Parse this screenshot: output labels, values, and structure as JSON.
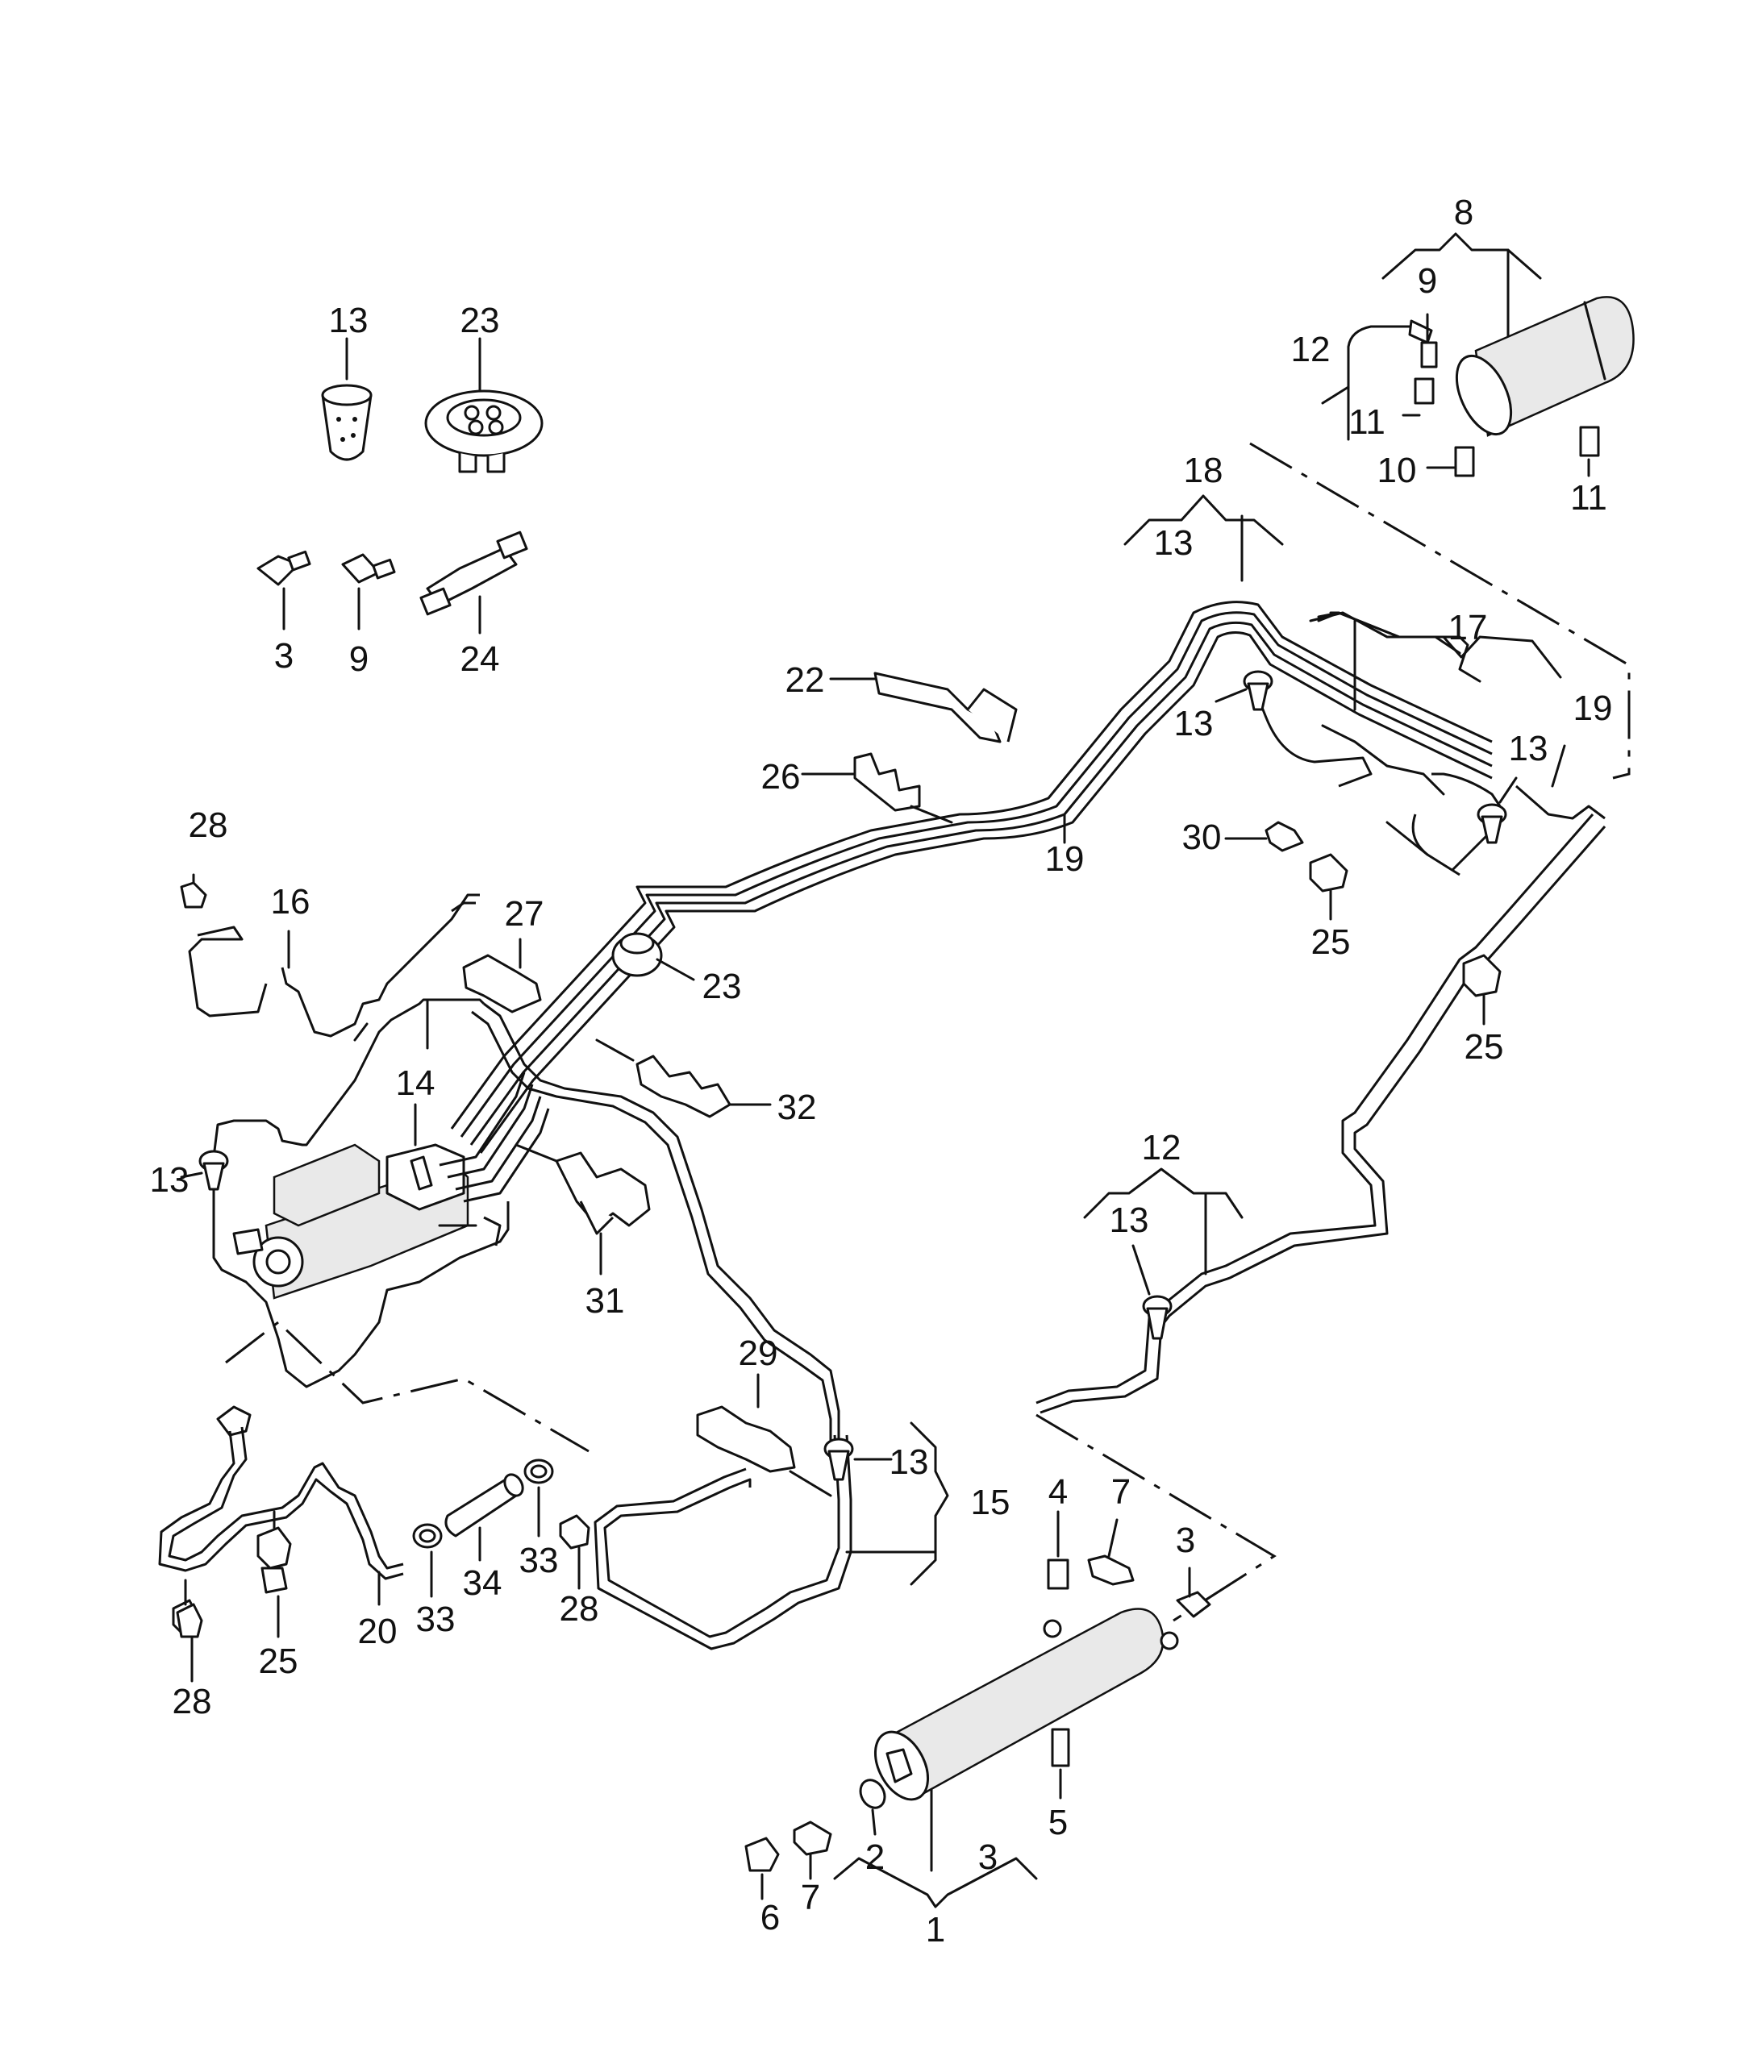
{
  "colors": {
    "line": "#111111",
    "background": "#ffffff",
    "part_fill": "#e9e9e9"
  },
  "labels": {
    "top_left_13": "13",
    "top_left_23": "23",
    "top_left_3": "3",
    "top_left_9": "9",
    "top_left_24": "24",
    "tank_8": "8",
    "tank_9": "9",
    "tank_12": "12",
    "tank_11a": "11",
    "tank_10": "10",
    "tank_11b": "11",
    "group_18": "18",
    "group_18_13": "13",
    "group_17": "17",
    "right_13": "13",
    "right_19": "19",
    "mid_13": "13",
    "mid_30": "30",
    "mid_25": "25",
    "right_25": "25",
    "l22": "22",
    "l26": "26",
    "l19": "19",
    "l23": "23",
    "l32": "32",
    "l27": "27",
    "l28_top": "28",
    "l16": "16",
    "l14": "14",
    "l13_comp": "13",
    "l31": "31",
    "group_12": "12",
    "group_12_13": "13",
    "l29": "29",
    "l13_mid": "13",
    "l15": "15",
    "l34": "34",
    "l33a": "33",
    "l33b": "33",
    "l28_mid": "28",
    "l20": "20",
    "l25_low": "25",
    "l28_low": "28",
    "res_4": "4",
    "res_7": "7",
    "res_3": "3",
    "res_5": "5",
    "res_2": "2",
    "res_3b": "3",
    "res_6": "6",
    "res_7b": "7",
    "res_1": "1"
  }
}
